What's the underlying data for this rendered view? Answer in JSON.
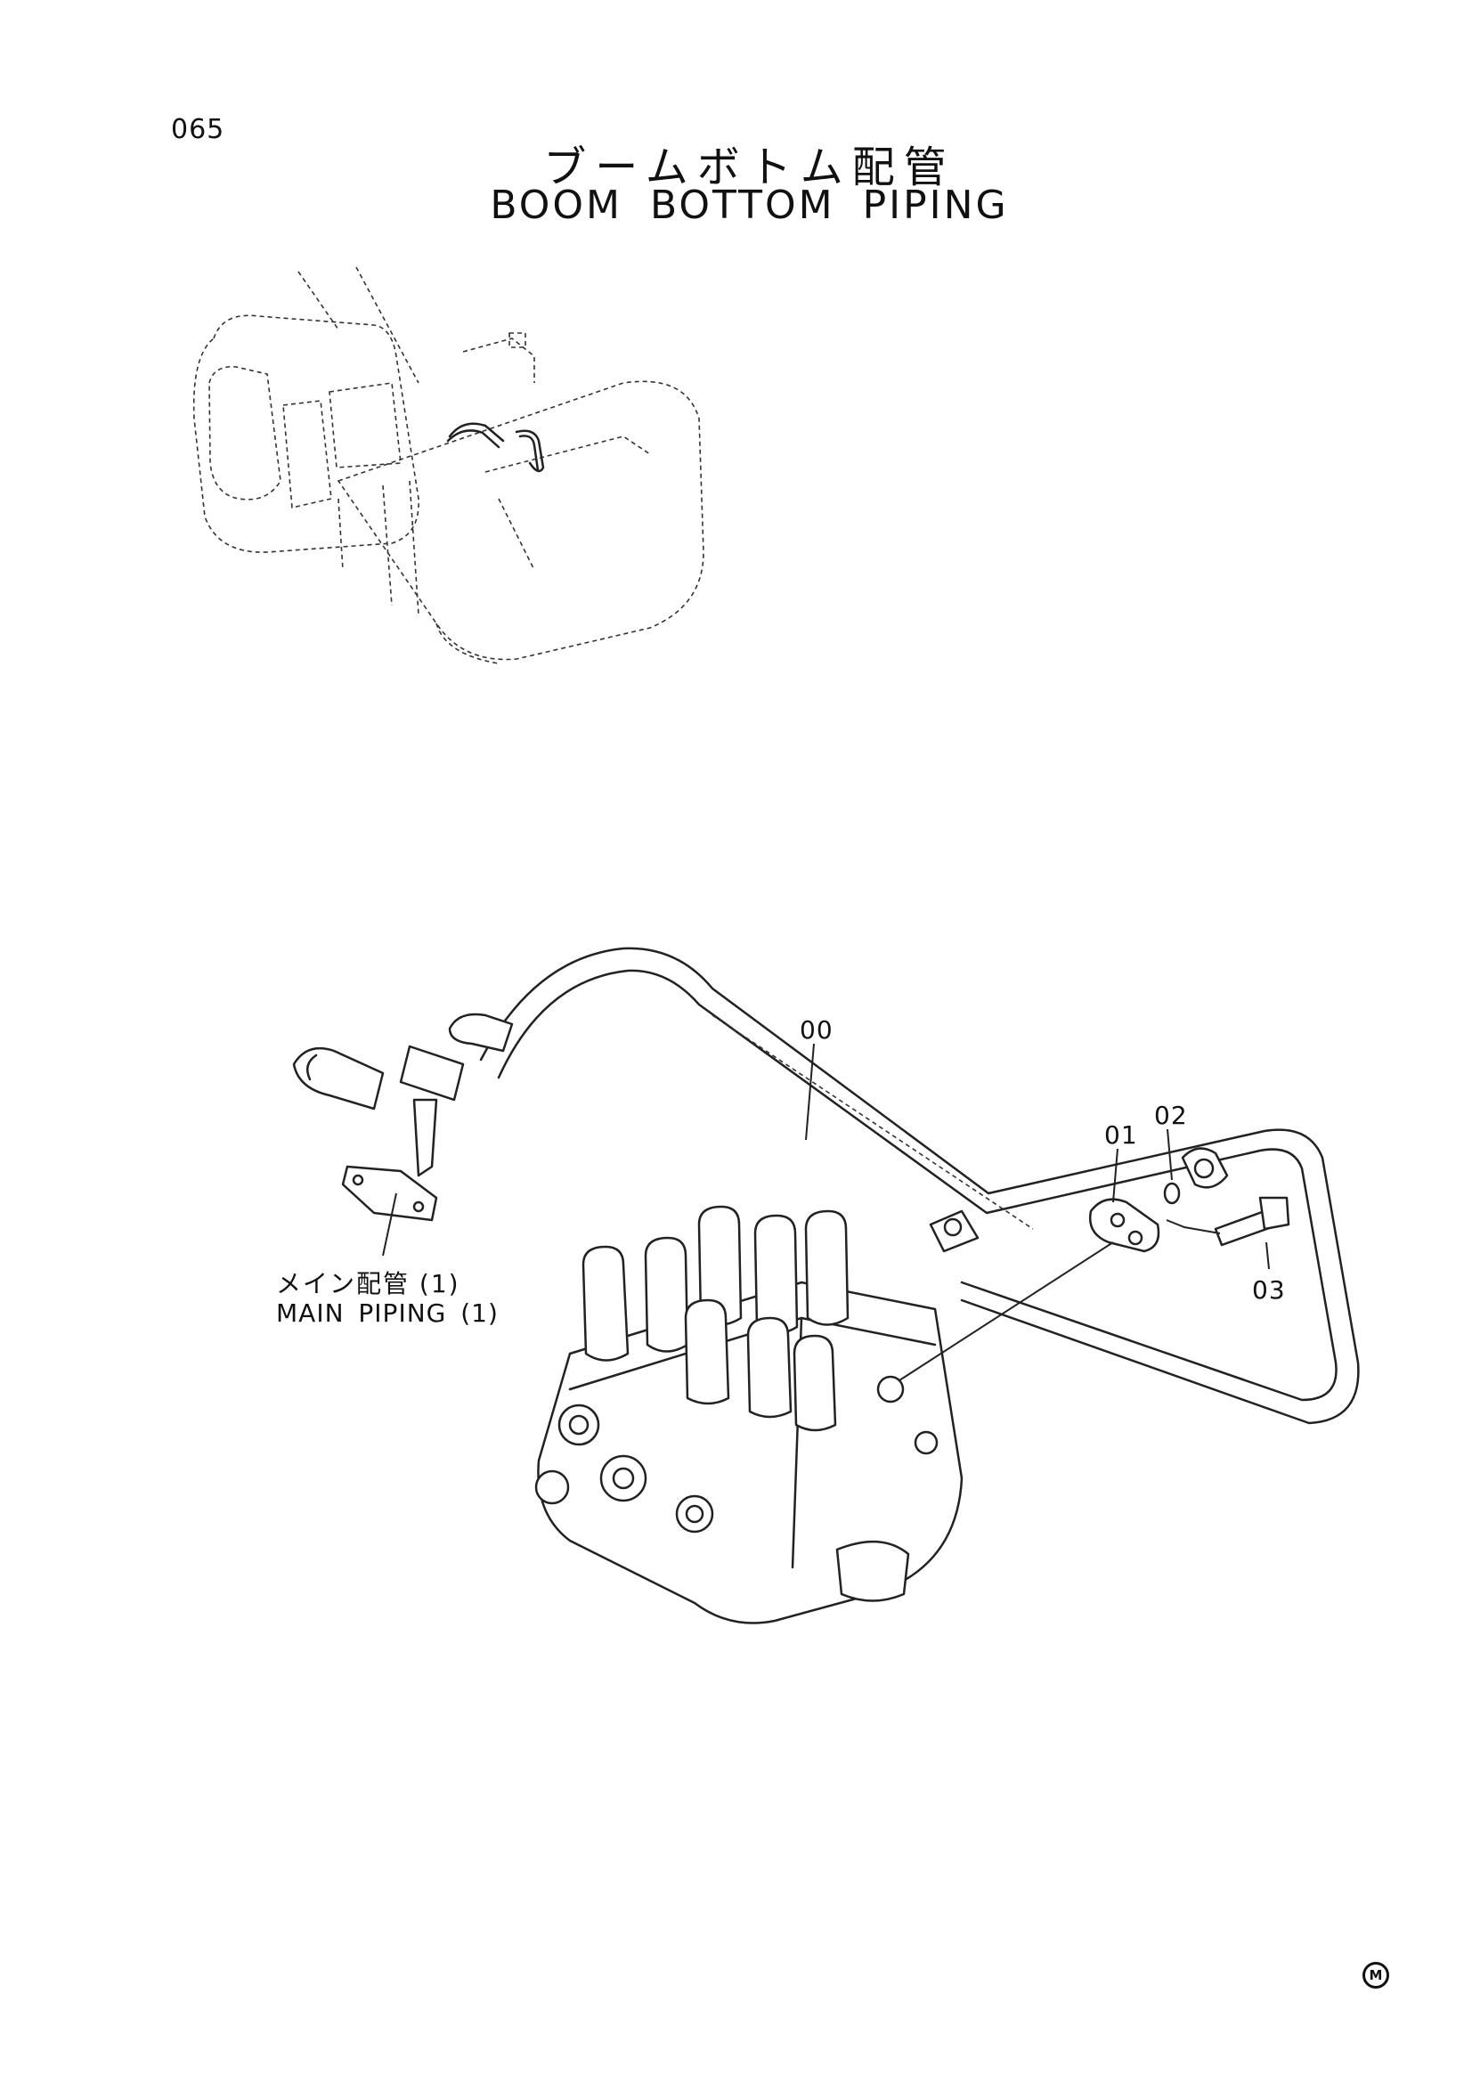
{
  "page_number": "065",
  "title_jp": "ブームボトム配管",
  "title_en": "BOOM BOTTOM PIPING",
  "callouts": {
    "c00": "00",
    "c01": "01",
    "c02": "02",
    "c03": "03"
  },
  "reference": {
    "label_jp": "メイン配管 (1)",
    "label_en": "MAIN PIPING (1)"
  },
  "mark": "M"
}
